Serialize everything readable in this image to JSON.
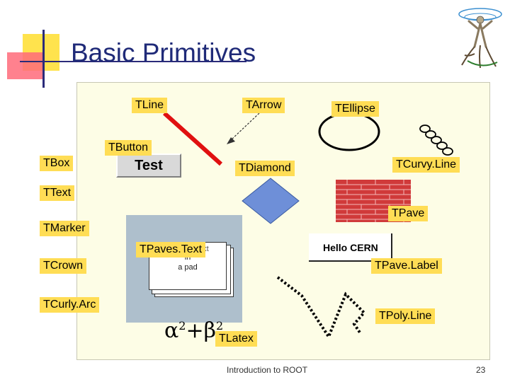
{
  "slide": {
    "title": "Basic Primitives",
    "footer": "Introduction to ROOT",
    "page_number": "23"
  },
  "labels": {
    "tline": "TLine",
    "tarrow": "TArrow",
    "tellipse": "TEllipse",
    "tbutton": "TButton",
    "tbox": "TBox",
    "tdiamond": "TDiamond",
    "tcurvyline": "TCurvy.Line",
    "ttext": "TText",
    "tpave": "TPave",
    "tmarker": "TMarker",
    "tpavestext": "TPaves.Text",
    "tcrown": "TCrown",
    "tpavelabel": "TPave.Label",
    "tcurlyarc": "TCurly.Arc",
    "tpolyline": "TPoly.Line",
    "tlatex": "TLatex"
  },
  "demo": {
    "button_text": "Test",
    "pavelabel_text": "Hello CERN",
    "pavestext_lines": [
      "in",
      "a pad"
    ],
    "pavestext_partial": "a paves text"
  },
  "colors": {
    "title": "#1f2a78",
    "tag_bg": "#ffdd55",
    "red_line": "#e01010",
    "diamond": "#6e8fd8",
    "brick": "#d03a3a"
  }
}
